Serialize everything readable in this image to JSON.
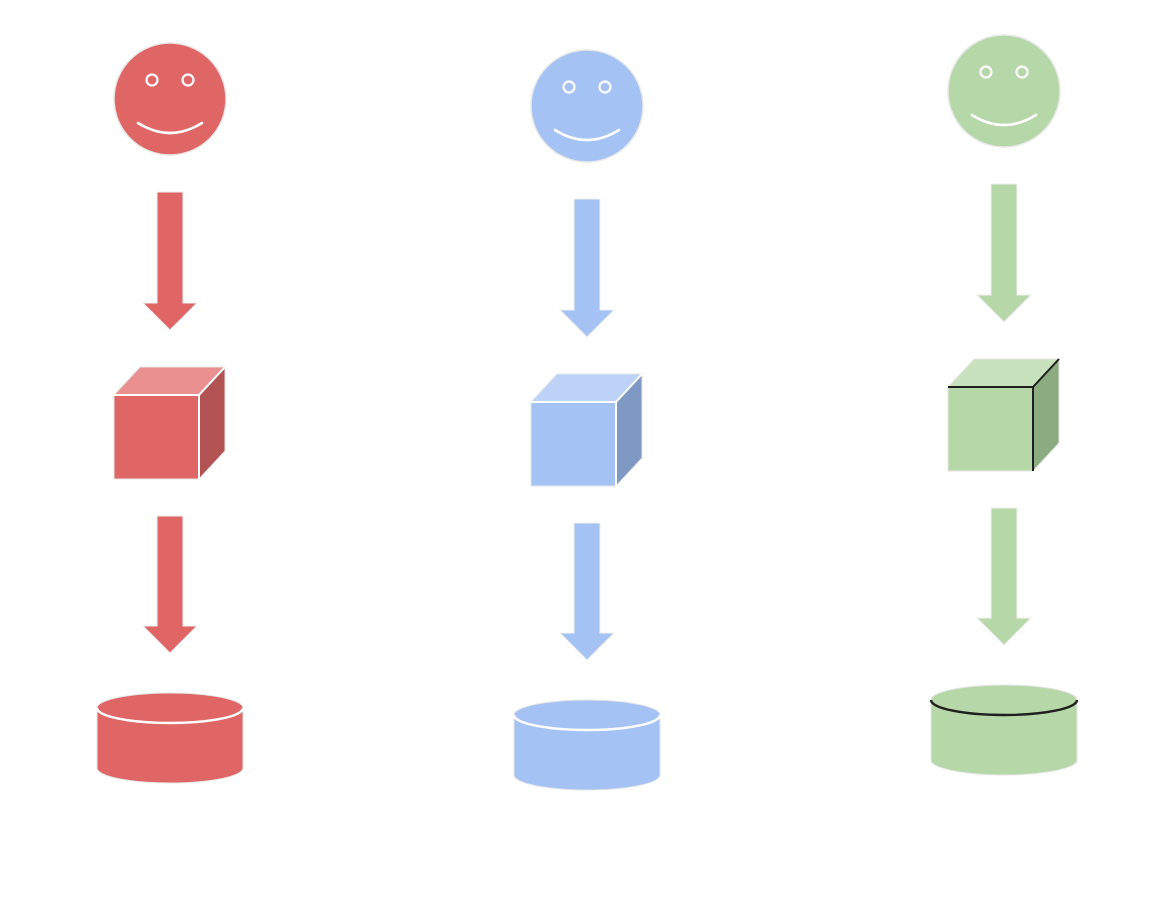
{
  "diagram": {
    "flows": [
      {
        "name": "red",
        "colors": {
          "main": "#e06666",
          "light": "#ea9090",
          "dark": "#b35252",
          "outline": "#ffffff"
        },
        "nodes": [
          "smiley-face-icon",
          "down-arrow",
          "cube-icon",
          "down-arrow",
          "cylinder-icon"
        ]
      },
      {
        "name": "blue",
        "colors": {
          "main": "#a4c2f4",
          "light": "#bcd2f7",
          "dark": "#7f98c4",
          "outline": "#ffffff"
        },
        "nodes": [
          "smiley-face-icon",
          "down-arrow",
          "cube-icon",
          "down-arrow",
          "cylinder-icon"
        ]
      },
      {
        "name": "green",
        "colors": {
          "main": "#b6d7a8",
          "light": "#c8e2bd",
          "dark": "#8dab81",
          "outline": "#1f1f1f"
        },
        "nodes": [
          "smiley-face-icon",
          "down-arrow",
          "cube-icon",
          "down-arrow",
          "cylinder-icon"
        ]
      }
    ]
  }
}
